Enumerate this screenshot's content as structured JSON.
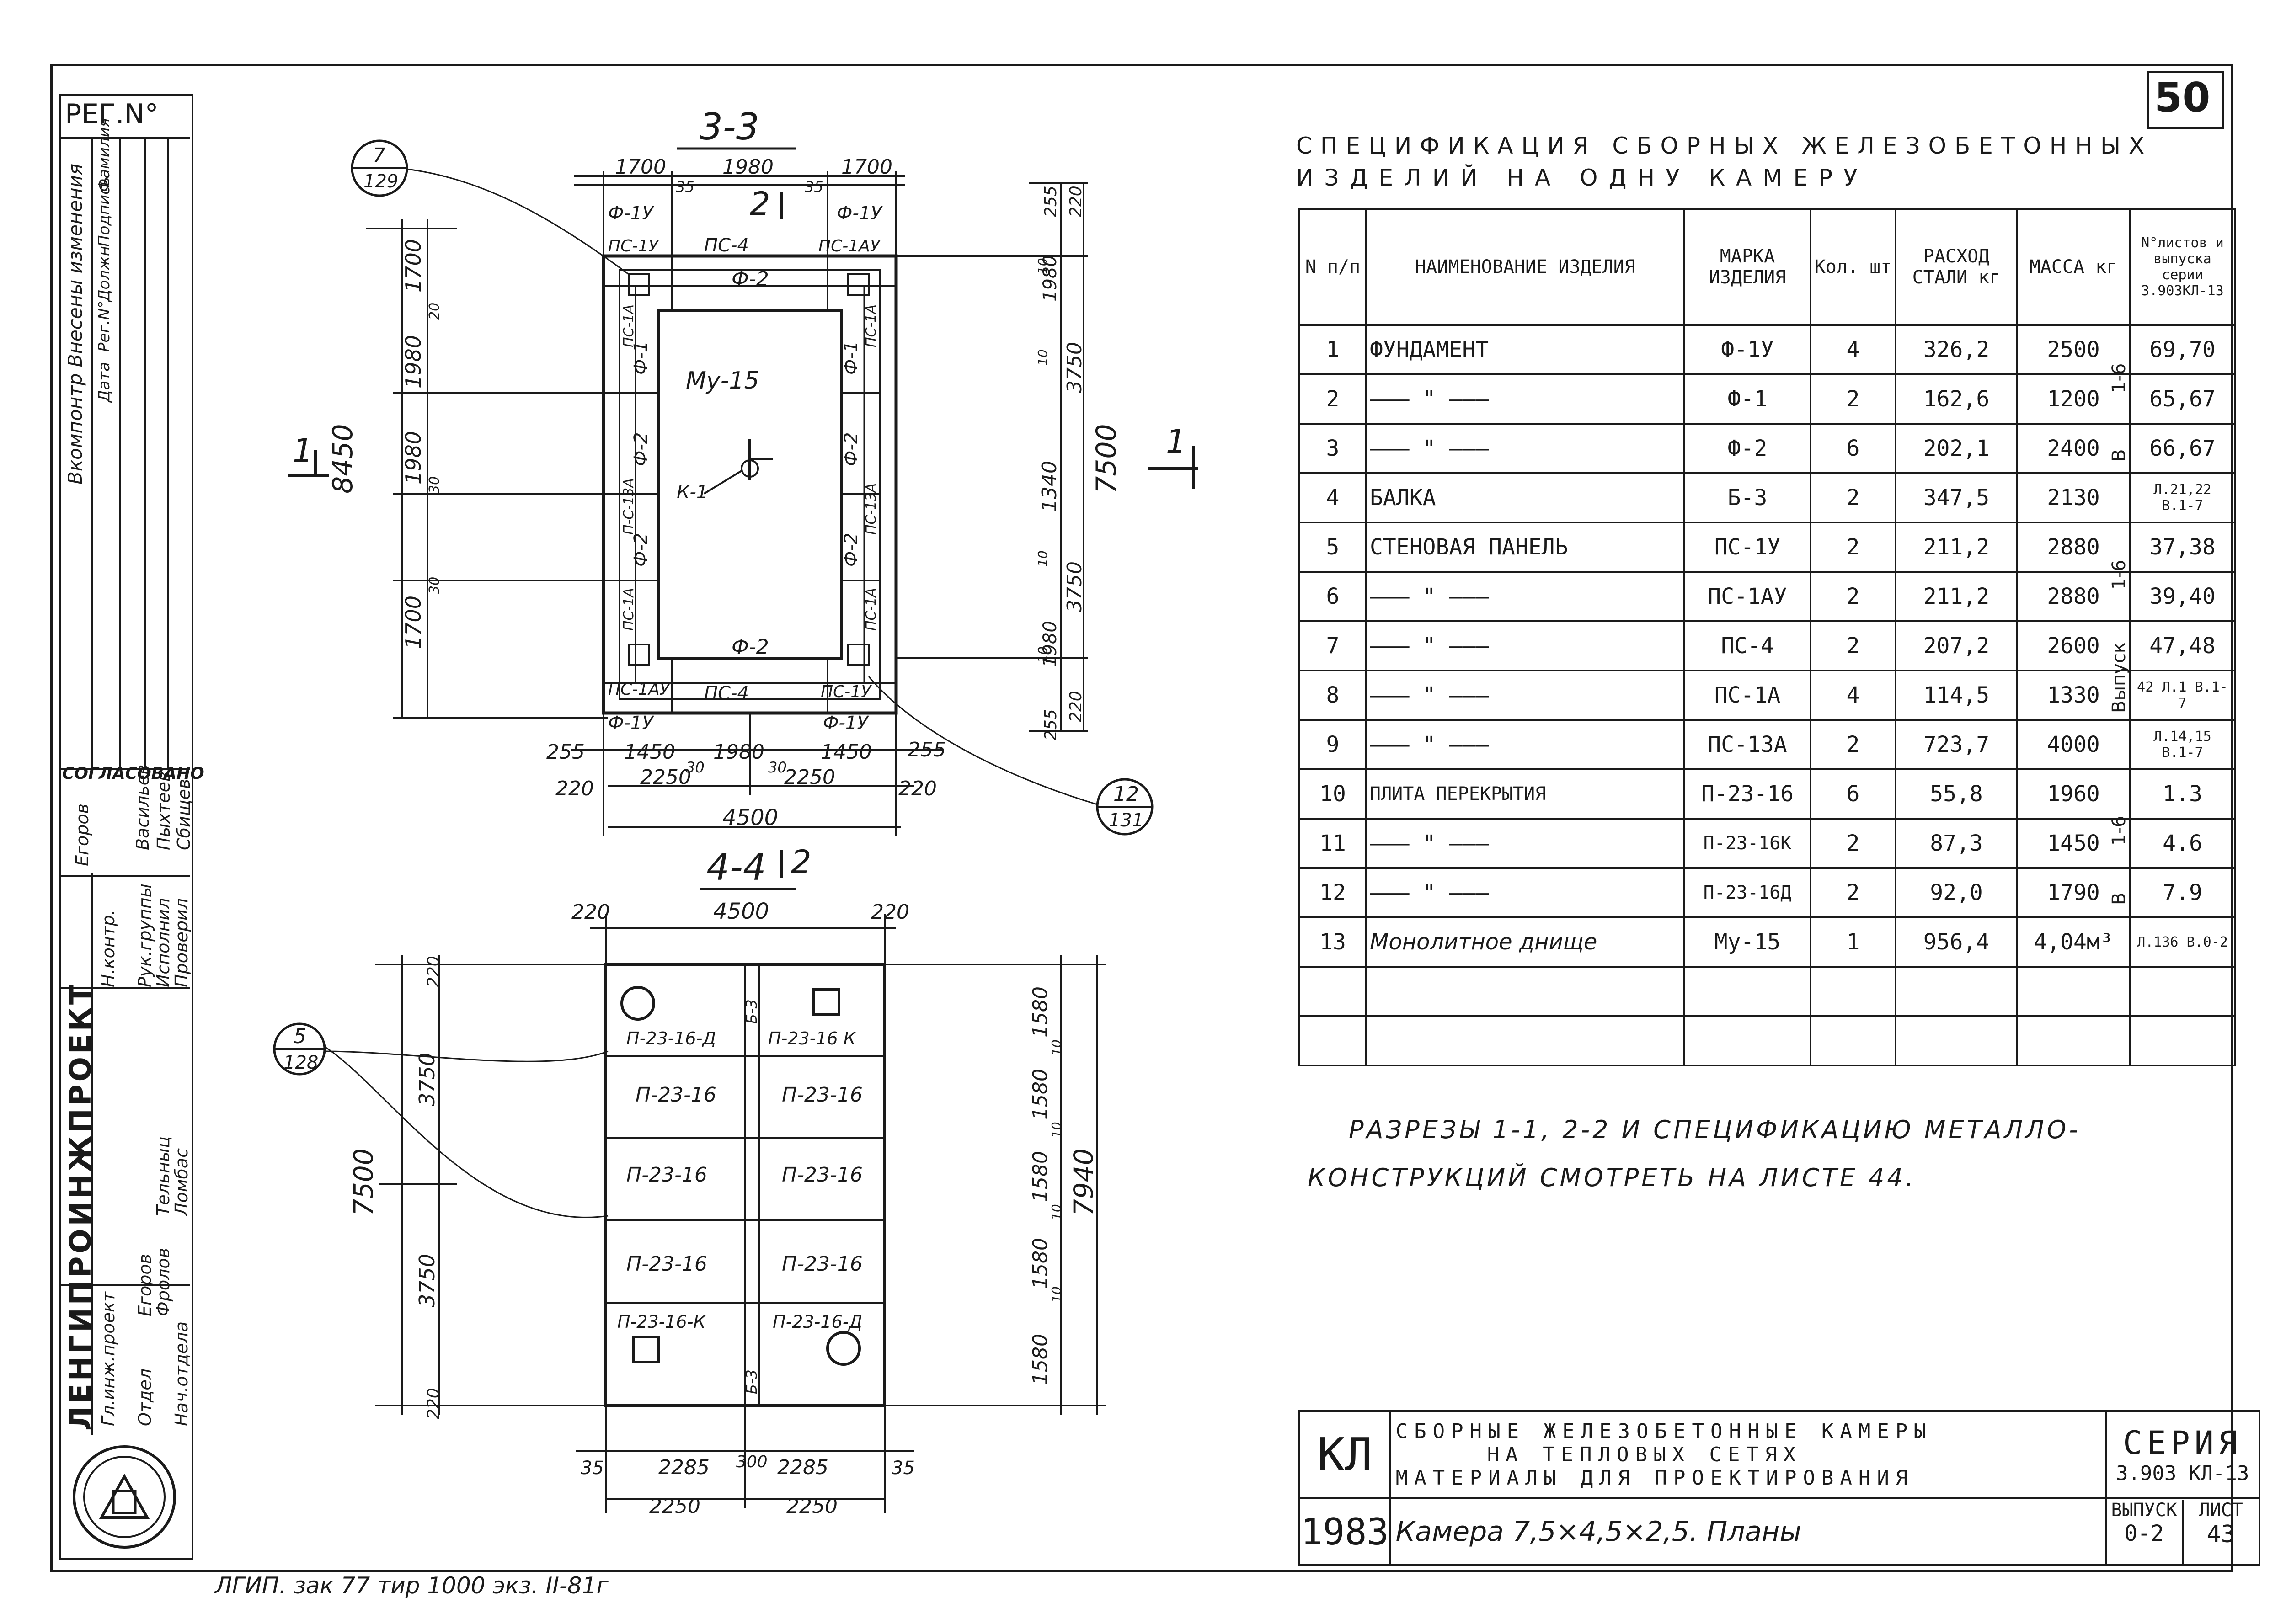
{
  "sheet_tag": "50",
  "reg_no": "РЕГ.N°",
  "left_strip": {
    "changes_header": "Вкомпонтр Внесены изменения",
    "changes_cols": [
      "Дата",
      "Рег.N°",
      "Должн",
      "Подпись",
      "Фамилия"
    ],
    "agreed": "СОГЛАСОВАНО",
    "agreed_names": [
      "Егоров",
      "Васильев",
      "Пыхтеев",
      "Сбищев"
    ],
    "roles": [
      "Гл.инж.проект",
      "Отдел",
      "Нач.отдела",
      "Н.контр.",
      "Рук.группы",
      "Исполнил",
      "Проверил"
    ],
    "names": [
      "Егоров",
      "Фролов",
      "Тельныц",
      "Ломбас"
    ],
    "org": "ЛЕНГИПРОИНЖПРОЕКТ"
  },
  "bottom_note": "ЛГИП. зак 77 тир 1000 экз. II-81г",
  "spec": {
    "title": [
      "СПЕЦИФИКАЦИЯ СБОРНЫХ ЖЕЛЕЗОБЕТОННЫХ",
      "ИЗДЕЛИЙ НА ОДНУ КАМЕРУ"
    ],
    "headers": [
      "N п/п",
      "НАИМЕНОВАНИЕ ИЗДЕЛИЯ",
      "МАРКА ИЗДЕЛИЯ",
      "Кол. шт",
      "РАСХОД СТАЛИ кг",
      "МАССА кг",
      "N°листов и выпуска серии 3.903КЛ-13"
    ],
    "rows": [
      {
        "n": "1",
        "name": "ФУНДАМЕНТ",
        "mark": "Ф-1У",
        "qty": "4",
        "steel": "326,2",
        "mass": "2500",
        "sheet": "69,70"
      },
      {
        "n": "2",
        "name": "——— \" ———",
        "mark": "Ф-1",
        "qty": "2",
        "steel": "162,6",
        "mass": "1200",
        "sheet": "65,67"
      },
      {
        "n": "3",
        "name": "——— \" ———",
        "mark": "Ф-2",
        "qty": "6",
        "steel": "202,1",
        "mass": "2400",
        "sheet": "66,67"
      },
      {
        "n": "4",
        "name": "БАЛКА",
        "mark": "Б-3",
        "qty": "2",
        "steel": "347,5",
        "mass": "2130",
        "sheet": "Л.21,22 В.1-7"
      },
      {
        "n": "5",
        "name": "СТЕНОВАЯ ПАНЕЛЬ",
        "mark": "ПС-1У",
        "qty": "2",
        "steel": "211,2",
        "mass": "2880",
        "sheet": "37,38"
      },
      {
        "n": "6",
        "name": "——— \" ———",
        "mark": "ПС-1АУ",
        "qty": "2",
        "steel": "211,2",
        "mass": "2880",
        "sheet": "39,40"
      },
      {
        "n": "7",
        "name": "——— \" ———",
        "mark": "ПС-4",
        "qty": "2",
        "steel": "207,2",
        "mass": "2600",
        "sheet": "47,48"
      },
      {
        "n": "8",
        "name": "——— \" ———",
        "mark": "ПС-1А",
        "qty": "4",
        "steel": "114,5",
        "mass": "1330",
        "sheet": "42 Л.1 В.1-7"
      },
      {
        "n": "9",
        "name": "——— \" ———",
        "mark": "ПС-13А",
        "qty": "2",
        "steel": "723,7",
        "mass": "4000",
        "sheet": "Л.14,15 В.1-7"
      },
      {
        "n": "10",
        "name": "ПЛИТА ПЕРЕКРЫТИЯ",
        "mark": "П-23-16",
        "qty": "6",
        "steel": "55,8",
        "mass": "1960",
        "sheet": "1.3"
      },
      {
        "n": "11",
        "name": "——— \" ———",
        "mark": "П-23-16К",
        "qty": "2",
        "steel": "87,3",
        "mass": "1450",
        "sheet": "4.6"
      },
      {
        "n": "12",
        "name": "——— \" ———",
        "mark": "П-23-16Д",
        "qty": "2",
        "steel": "92,0",
        "mass": "1790",
        "sheet": "7.9"
      },
      {
        "n": "13",
        "name": "Монолитное днище",
        "mark": "Му-15",
        "qty": "1",
        "steel": "956,4",
        "mass": "4,04м³",
        "sheet": "Л.136 В.0-2"
      }
    ],
    "group_labels": [
      "1-6",
      "В",
      "1-6",
      "Выпуск",
      "1-6",
      "В"
    ]
  },
  "note": [
    "РАЗРЕЗЫ 1-1, 2-2 И СПЕЦИФИКАЦИЮ МЕТАЛЛО-",
    "КОНСТРУКЦИЙ СМОТРЕТЬ НА ЛИСТЕ 44."
  ],
  "title_block": {
    "code": "КЛ",
    "year": "1983",
    "description": [
      "СБОРНЫЕ ЖЕЛЕЗОБЕТОННЫЕ КАМЕРЫ",
      "НА ТЕПЛОВЫХ СЕТЯХ",
      "МАТЕРИАЛЫ ДЛЯ ПРОЕКТИРОВАНИЯ"
    ],
    "sheet_name": "Камера 7,5×4,5×2,5. Планы",
    "series_label": "СЕРИЯ",
    "series": "3.903 КЛ-13",
    "issue_label": "ВЫПУСК",
    "issue": "0-2",
    "sheet_label": "ЛИСТ",
    "sheet": "43"
  },
  "plan33": {
    "title": "3-3",
    "top_dims": [
      "1700",
      "1980",
      "1700"
    ],
    "gaps": [
      "35",
      "35"
    ],
    "bottom_dims": [
      "255",
      "1450",
      "1980",
      "1450",
      "255"
    ],
    "bottom_gaps": [
      "30",
      "30"
    ],
    "half_dims": [
      "2250",
      "2250"
    ],
    "edge_dims": [
      "220",
      "220"
    ],
    "total_width": "4500",
    "left_dims": [
      "1700",
      "1980",
      "1980",
      "1700"
    ],
    "left_gaps": [
      "20",
      "30",
      "30"
    ],
    "left_total": "8450",
    "right_dims": [
      "220",
      "255",
      "1980",
      "3750",
      "1340",
      "3750",
      "1980",
      "255",
      "220"
    ],
    "right_total": "7500",
    "small_gaps": [
      "10",
      "10",
      "10",
      "10"
    ],
    "top_labels": [
      "Ф-1У",
      "ПС-1У",
      "ПС-4",
      "ПС-1АУ",
      "Ф-1У"
    ],
    "bottom_labels": [
      "ПС-1АУ",
      "ПС-4",
      "ПС-1У",
      "Ф-1У",
      "Ф-1У"
    ],
    "inner": [
      "Ф-2",
      "Ф-2",
      "Му-15",
      "К-1"
    ],
    "left_cells": [
      "Ф-1",
      "Ф-2",
      "Ф-2",
      "ПС-1А",
      "П-С-13А",
      "ПС-1А"
    ],
    "right_cells": [
      "Ф-1",
      "Ф-2",
      "Ф-2",
      "ПС-1А",
      "ПС-13А",
      "ПС-1А"
    ],
    "section_marks": [
      "1",
      "1",
      "2",
      "2"
    ],
    "callout_a": [
      "7",
      "129"
    ],
    "callout_b": [
      "12",
      "131"
    ]
  },
  "plan44": {
    "title": "4-4",
    "top_dims": [
      "220",
      "4500",
      "220"
    ],
    "left_dims": [
      "220",
      "3750",
      "3750",
      "220"
    ],
    "left_total": "7500",
    "right_dims": [
      "1580",
      "1580",
      "1580",
      "1580",
      "1580"
    ],
    "right_gaps": [
      "10",
      "10",
      "10",
      "10"
    ],
    "right_total": "7940",
    "bottom_dims": [
      "35",
      "2285",
      "300",
      "2285",
      "35"
    ],
    "half_dims": [
      "2250",
      "2250"
    ],
    "slabs_left": [
      "П-23-16-Д",
      "П-23-16",
      "П-23-16",
      "П-23-16",
      "П-23-16-К"
    ],
    "slabs_right": [
      "П-23-16 К",
      "П-23-16",
      "П-23-16",
      "П-23-16",
      "П-23-16-Д"
    ],
    "beam": [
      "Б-3",
      "Б-3"
    ],
    "callout": [
      "5",
      "128"
    ]
  }
}
